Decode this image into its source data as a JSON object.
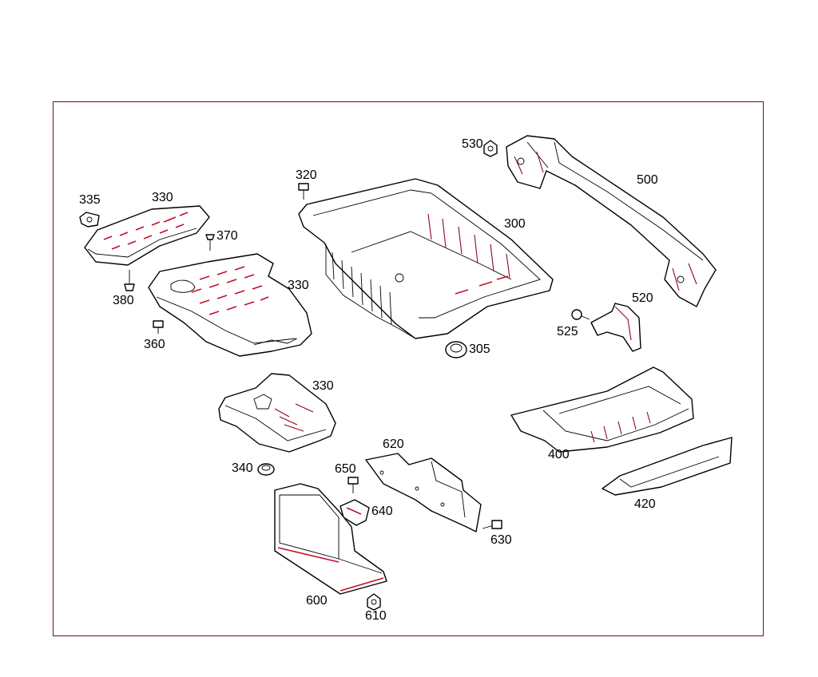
{
  "labels": {
    "l530": "530",
    "l500": "500",
    "l320": "320",
    "l300": "300",
    "l335": "335",
    "l330a": "330",
    "l370": "370",
    "l330b": "330",
    "l380": "380",
    "l360": "360",
    "l305": "305",
    "l520": "520",
    "l525": "525",
    "l330c": "330",
    "l400": "400",
    "l420": "420",
    "l620": "620",
    "l650": "650",
    "l340": "340",
    "l640": "640",
    "l630": "630",
    "l600": "600",
    "l610": "610"
  },
  "colors": {
    "frame": "#6b1020",
    "accent": "#c0102a",
    "detail": "#8b0a1c"
  }
}
